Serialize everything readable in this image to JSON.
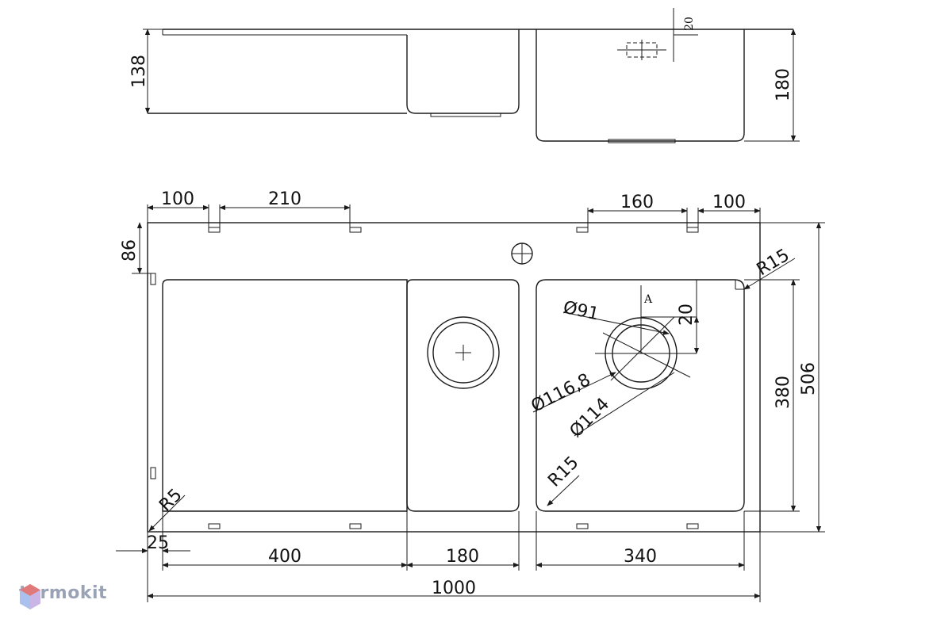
{
  "drawing": {
    "side_view": {
      "depth_left": "138",
      "depth_right": "180",
      "offset_top": "20"
    },
    "top_view": {
      "top_dims": {
        "a": "100",
        "b": "210",
        "c": "160",
        "d": "100"
      },
      "left_offset": "86",
      "corner_radius_right": "R15",
      "corner_radius_bottom": "R15",
      "corner_radius_left": "R5",
      "edge_margin": "25",
      "view_mark": "A",
      "drain_top_offset": "20",
      "drain_d1": "Ø91",
      "drain_d2": "Ø116,8",
      "drain_d3": "Ø114",
      "bowl_depth": "380",
      "total_depth": "506",
      "bottom_dims": {
        "a": "400",
        "b": "180",
        "c": "340"
      },
      "total_width": "1000"
    }
  },
  "brand": {
    "name": "termokit",
    "logo_color": "#e05a5a",
    "logo_color2": "#7aa0e0"
  }
}
